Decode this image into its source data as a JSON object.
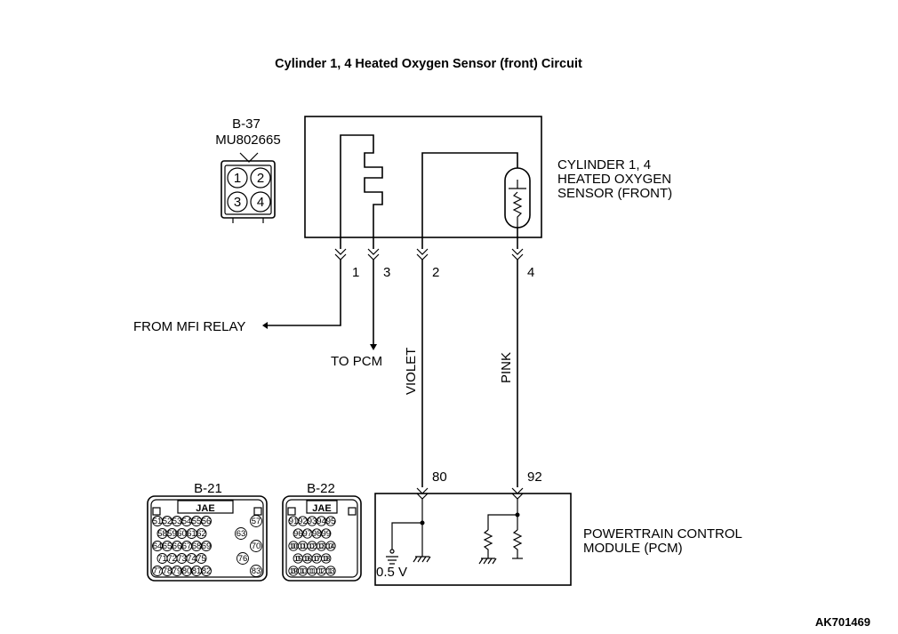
{
  "title": "Cylinder 1, 4 Heated Oxygen Sensor (front) Circuit",
  "sensor_connector": {
    "id": "B-37",
    "part_number": "MU802665",
    "pins": [
      "1",
      "2",
      "3",
      "4"
    ]
  },
  "sensor": {
    "label_lines": [
      "CYLINDER 1, 4",
      "HEATED OXYGEN",
      "SENSOR (FRONT)"
    ]
  },
  "wire_pins": [
    "1",
    "3",
    "2",
    "4"
  ],
  "from_relay": "FROM MFI RELAY",
  "to_pcm": "TO PCM",
  "wire_colors": {
    "violet": "VIOLET",
    "pink": "PINK"
  },
  "pcm_pins": [
    "80",
    "92"
  ],
  "pcm": {
    "label_lines": [
      "POWERTRAIN CONTROL",
      "MODULE (PCM)"
    ],
    "voltage": "0.5 V"
  },
  "pcm_connectors": [
    {
      "id": "B-21",
      "brand": "JAE",
      "rows": [
        [
          "51",
          "52",
          "53",
          "54",
          "55",
          "56",
          "57"
        ],
        [
          "58",
          "59",
          "60",
          "61",
          "62",
          "63"
        ],
        [
          "64",
          "65",
          "66",
          "67",
          "68",
          "69",
          "70"
        ],
        [
          "71",
          "72",
          "73",
          "74",
          "75",
          "76"
        ],
        [
          "77",
          "78",
          "79",
          "80",
          "81",
          "82",
          "83"
        ]
      ]
    },
    {
      "id": "B-22",
      "brand": "JAE",
      "rows": [
        [
          "91",
          "92",
          "93",
          "94",
          "95"
        ],
        [
          "96",
          "97",
          "98",
          "99"
        ],
        [
          "100",
          "101",
          "102",
          "103",
          "104"
        ],
        [
          "105",
          "106",
          "107",
          "108"
        ],
        [
          "109",
          "110",
          "111",
          "112",
          "113"
        ]
      ]
    }
  ],
  "figure_code": "AK701469"
}
